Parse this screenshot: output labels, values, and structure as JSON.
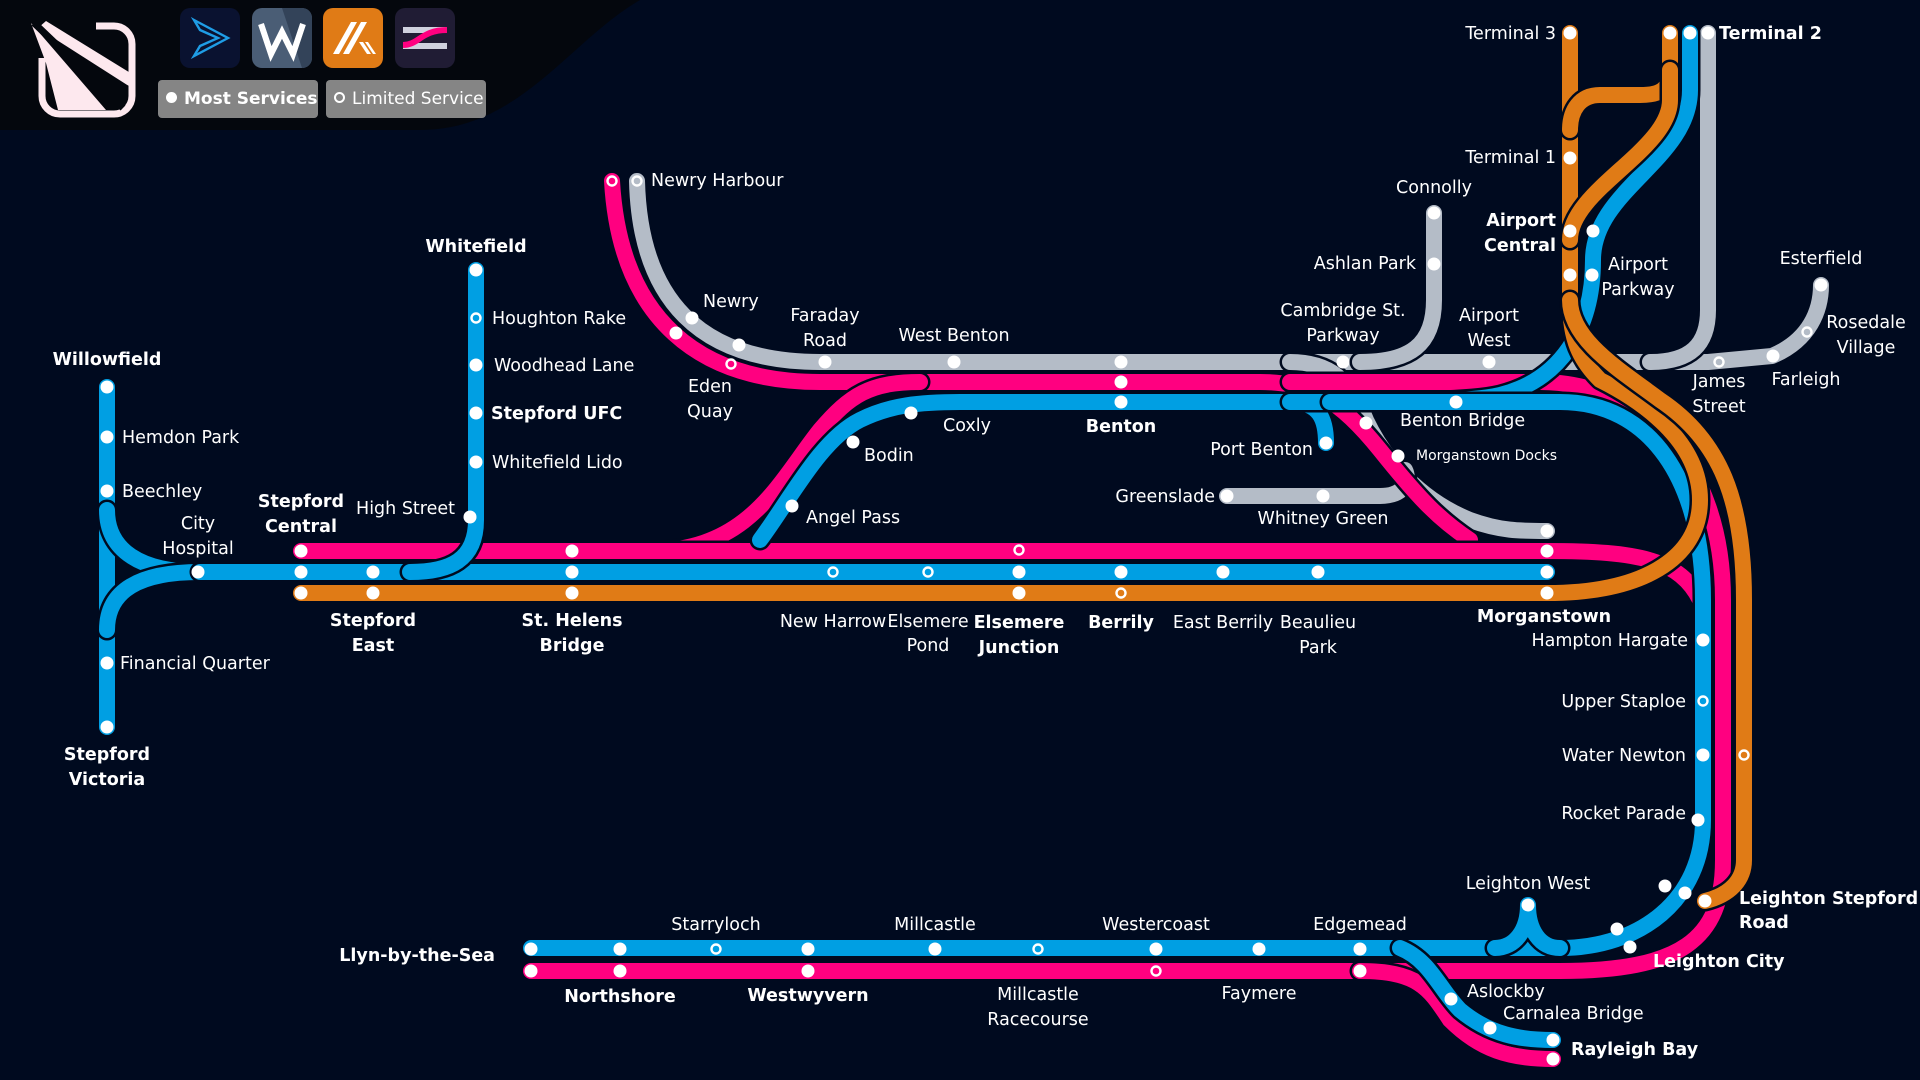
{
  "colors": {
    "background": "#000a1f",
    "header": "#04070d",
    "blue": "#009fe3",
    "pink": "#ff0080",
    "orange": "#e07b16",
    "grey": "#b4bcc7",
    "station": "#ffffff",
    "legend_chip": "#858585"
  },
  "header": {
    "logo": "stepford-connect-logo-icon",
    "apps": [
      {
        "name": "stepford-connect-app-icon",
        "bg": "#0a1230"
      },
      {
        "name": "waterline-app-icon",
        "bg": "#4a5d75"
      },
      {
        "name": "airlink-app-icon",
        "bg": "#e07b16"
      },
      {
        "name": "metro-app-icon",
        "bg": "#201c34"
      }
    ],
    "legend": [
      {
        "label": "Most Services",
        "marker": "filled"
      },
      {
        "label": "Limited Service",
        "marker": "open"
      }
    ]
  },
  "lines": [
    {
      "id": "blue",
      "color": "#009fe3"
    },
    {
      "id": "pink",
      "color": "#ff0080"
    },
    {
      "id": "orange",
      "color": "#e07b16"
    },
    {
      "id": "grey",
      "color": "#b4bcc7"
    }
  ],
  "labels": [
    {
      "text": "Willowfield",
      "bold": true
    },
    {
      "text": "Hemdon Park"
    },
    {
      "text": "Beechley"
    },
    {
      "text": "City"
    },
    {
      "text": "Hospital"
    },
    {
      "text": "Financial Quarter"
    },
    {
      "text": "Stepford",
      "bold": true
    },
    {
      "text": "Victoria",
      "bold": true
    },
    {
      "text": "Stepford",
      "bold": true
    },
    {
      "text": "Central",
      "bold": true
    },
    {
      "text": "High Street"
    },
    {
      "text": "Stepford",
      "bold": true
    },
    {
      "text": "East",
      "bold": true
    },
    {
      "text": "Whitefield",
      "bold": true
    },
    {
      "text": "Houghton Rake"
    },
    {
      "text": "Woodhead Lane"
    },
    {
      "text": "Stepford UFC",
      "bold": true
    },
    {
      "text": "Whitefield Lido"
    },
    {
      "text": "St. Helens",
      "bold": true
    },
    {
      "text": "Bridge",
      "bold": true
    },
    {
      "text": "Newry Harbour"
    },
    {
      "text": "Newry"
    },
    {
      "text": "Eden"
    },
    {
      "text": "Quay"
    },
    {
      "text": "Faraday"
    },
    {
      "text": "Road"
    },
    {
      "text": "West Benton"
    },
    {
      "text": "Coxly"
    },
    {
      "text": "Bodin"
    },
    {
      "text": "Angel Pass"
    },
    {
      "text": "Benton",
      "bold": true
    },
    {
      "text": "New Harrow"
    },
    {
      "text": "Elsemere"
    },
    {
      "text": "Pond"
    },
    {
      "text": "Elsemere",
      "bold": true
    },
    {
      "text": "Junction",
      "bold": true
    },
    {
      "text": "Berrily",
      "bold": true
    },
    {
      "text": "East Berrily"
    },
    {
      "text": "Beaulieu"
    },
    {
      "text": "Park"
    },
    {
      "text": "Port Benton"
    },
    {
      "text": "Greenslade"
    },
    {
      "text": "Whitney Green"
    },
    {
      "text": "Benton Bridge"
    },
    {
      "text": "Morganstown Docks",
      "small": true
    },
    {
      "text": "Morganstown",
      "bold": true
    },
    {
      "text": "Cambridge St."
    },
    {
      "text": "Parkway"
    },
    {
      "text": "Ashlan Park"
    },
    {
      "text": "Connolly"
    },
    {
      "text": "Airport"
    },
    {
      "text": "West"
    },
    {
      "text": "Terminal 3"
    },
    {
      "text": "Terminal 1"
    },
    {
      "text": "Airport",
      "bold": true
    },
    {
      "text": "Central",
      "bold": true
    },
    {
      "text": "Airport"
    },
    {
      "text": "Parkway"
    },
    {
      "text": "Terminal 2",
      "bold": true
    },
    {
      "text": "Esterfield"
    },
    {
      "text": "Rosedale"
    },
    {
      "text": "Village"
    },
    {
      "text": "Farleigh"
    },
    {
      "text": "James"
    },
    {
      "text": "Street"
    },
    {
      "text": "Hampton Hargate"
    },
    {
      "text": "Upper Staploe"
    },
    {
      "text": "Water Newton"
    },
    {
      "text": "Rocket Parade"
    },
    {
      "text": "Leighton West"
    },
    {
      "text": "Leighton Stepford",
      "bold": true
    },
    {
      "text": "Road",
      "bold": true
    },
    {
      "text": "Leighton City",
      "bold": true
    },
    {
      "text": "Aslockby"
    },
    {
      "text": "Carnalea Bridge"
    },
    {
      "text": "Rayleigh Bay",
      "bold": true
    },
    {
      "text": "Llyn-by-the-Sea",
      "bold": true
    },
    {
      "text": "Northshore",
      "bold": true
    },
    {
      "text": "Starryloch"
    },
    {
      "text": "Westwyvern",
      "bold": true
    },
    {
      "text": "Millcastle"
    },
    {
      "text": "Millcastle"
    },
    {
      "text": "Racecourse"
    },
    {
      "text": "Westercoast"
    },
    {
      "text": "Faymere"
    },
    {
      "text": "Edgemead"
    }
  ],
  "stations": [
    {
      "name": "Willowfield",
      "line": "blue",
      "service": "most"
    },
    {
      "name": "Hemdon Park",
      "line": "blue",
      "service": "most"
    },
    {
      "name": "Beechley",
      "line": "blue",
      "service": "most"
    },
    {
      "name": "Financial Quarter",
      "line": "blue",
      "service": "most"
    },
    {
      "name": "Stepford Victoria",
      "line": "blue",
      "service": "most"
    },
    {
      "name": "City Hospital",
      "line": "blue",
      "service": "most"
    },
    {
      "name": "Stepford Central",
      "line": "pink",
      "service": "most"
    },
    {
      "name": "Stepford Central",
      "line": "blue",
      "service": "most"
    },
    {
      "name": "Stepford Central",
      "line": "orange",
      "service": "most"
    },
    {
      "name": "Stepford East",
      "line": "blue",
      "service": "most"
    },
    {
      "name": "Stepford East",
      "line": "orange",
      "service": "most"
    },
    {
      "name": "High Street",
      "line": "blue",
      "service": "most"
    },
    {
      "name": "Whitefield",
      "line": "blue",
      "service": "most"
    },
    {
      "name": "Houghton Rake",
      "line": "blue",
      "service": "limited"
    },
    {
      "name": "Woodhead Lane",
      "line": "blue",
      "service": "most"
    },
    {
      "name": "Stepford UFC",
      "line": "blue",
      "service": "most"
    },
    {
      "name": "Whitefield Lido",
      "line": "blue",
      "service": "most"
    },
    {
      "name": "St. Helens Bridge",
      "line": "pink",
      "service": "most"
    },
    {
      "name": "St. Helens Bridge",
      "line": "blue",
      "service": "most"
    },
    {
      "name": "St. Helens Bridge",
      "line": "orange",
      "service": "most"
    },
    {
      "name": "Newry Harbour",
      "line": "pink",
      "service": "limited"
    },
    {
      "name": "Newry Harbour",
      "line": "grey",
      "service": "limited"
    },
    {
      "name": "Newry",
      "line": "grey",
      "service": "most"
    },
    {
      "name": "Newry",
      "line": "pink",
      "service": "most"
    },
    {
      "name": "Eden Quay",
      "line": "grey",
      "service": "most"
    },
    {
      "name": "Eden Quay",
      "line": "pink",
      "service": "limited"
    },
    {
      "name": "Faraday Road",
      "line": "grey",
      "service": "most"
    },
    {
      "name": "West Benton",
      "line": "grey",
      "service": "most"
    },
    {
      "name": "Benton",
      "line": "grey",
      "service": "most"
    },
    {
      "name": "Benton",
      "line": "pink",
      "service": "most"
    },
    {
      "name": "Benton",
      "line": "blue",
      "service": "most"
    },
    {
      "name": "Coxly",
      "line": "blue",
      "service": "most"
    },
    {
      "name": "Bodin",
      "line": "blue",
      "service": "most"
    },
    {
      "name": "Angel Pass",
      "line": "blue",
      "service": "most"
    },
    {
      "name": "New Harrow",
      "line": "blue",
      "service": "limited"
    },
    {
      "name": "Elsemere Pond",
      "line": "blue",
      "service": "limited"
    },
    {
      "name": "Elsemere Junction",
      "line": "pink",
      "service": "limited"
    },
    {
      "name": "Elsemere Junction",
      "line": "blue",
      "service": "most"
    },
    {
      "name": "Elsemere Junction",
      "line": "orange",
      "service": "most"
    },
    {
      "name": "Berrily",
      "line": "blue",
      "service": "most"
    },
    {
      "name": "Berrily",
      "line": "orange",
      "service": "limited"
    },
    {
      "name": "East Berrily",
      "line": "blue",
      "service": "most"
    },
    {
      "name": "Beaulieu Park",
      "line": "blue",
      "service": "most"
    },
    {
      "name": "Port Benton",
      "line": "blue",
      "service": "most"
    },
    {
      "name": "Greenslade",
      "line": "grey",
      "service": "most"
    },
    {
      "name": "Whitney Green",
      "line": "grey",
      "service": "most"
    },
    {
      "name": "Benton Bridge",
      "line": "blue",
      "service": "most"
    },
    {
      "name": "Morganstown Docks",
      "line": "grey",
      "service": "most"
    },
    {
      "name": "Morganstown Docks",
      "line": "grey",
      "service": "most"
    },
    {
      "name": "Morganstown",
      "line": "grey",
      "service": "most"
    },
    {
      "name": "Morganstown",
      "line": "pink",
      "service": "most"
    },
    {
      "name": "Morganstown",
      "line": "blue",
      "service": "most"
    },
    {
      "name": "Morganstown",
      "line": "orange",
      "service": "most"
    },
    {
      "name": "Cambridge St. Parkway",
      "line": "grey",
      "service": "most"
    },
    {
      "name": "Ashlan Park",
      "line": "grey",
      "service": "most"
    },
    {
      "name": "Connolly",
      "line": "grey",
      "service": "most"
    },
    {
      "name": "Airport West",
      "line": "grey",
      "service": "most"
    },
    {
      "name": "Terminal 3",
      "line": "orange",
      "service": "most"
    },
    {
      "name": "Terminal 1",
      "line": "orange",
      "service": "most"
    },
    {
      "name": "Airport Central",
      "line": "orange",
      "service": "most"
    },
    {
      "name": "Airport Central",
      "line": "blue",
      "service": "most"
    },
    {
      "name": "Airport Parkway",
      "line": "orange",
      "service": "most"
    },
    {
      "name": "Airport Parkway",
      "line": "blue",
      "service": "most"
    },
    {
      "name": "Terminal 2",
      "line": "orange",
      "service": "most"
    },
    {
      "name": "Terminal 2",
      "line": "blue",
      "service": "most"
    },
    {
      "name": "Terminal 2",
      "line": "grey",
      "service": "most"
    },
    {
      "name": "Esterfield",
      "line": "grey",
      "service": "most"
    },
    {
      "name": "Rosedale Village",
      "line": "grey",
      "service": "limited"
    },
    {
      "name": "Farleigh",
      "line": "grey",
      "service": "most"
    },
    {
      "name": "James Street",
      "line": "grey",
      "service": "limited"
    },
    {
      "name": "Hampton Hargate",
      "line": "blue",
      "service": "most"
    },
    {
      "name": "Upper Staploe",
      "line": "blue",
      "service": "limited"
    },
    {
      "name": "Water Newton",
      "line": "blue",
      "service": "most"
    },
    {
      "name": "Water Newton",
      "line": "orange",
      "service": "limited"
    },
    {
      "name": "Rocket Parade",
      "line": "blue",
      "service": "most"
    },
    {
      "name": "Leighton Stepford Road",
      "line": "blue",
      "service": "most"
    },
    {
      "name": "Leighton Stepford Road",
      "line": "pink",
      "service": "most"
    },
    {
      "name": "Leighton Stepford Road",
      "line": "orange",
      "service": "most"
    },
    {
      "name": "Leighton City",
      "line": "blue",
      "service": "most"
    },
    {
      "name": "Leighton City",
      "line": "pink",
      "service": "most"
    },
    {
      "name": "Leighton West",
      "line": "blue",
      "service": "most"
    },
    {
      "name": "Aslockby",
      "line": "blue",
      "service": "most"
    },
    {
      "name": "Carnalea Bridge",
      "line": "blue",
      "service": "most"
    },
    {
      "name": "Rayleigh Bay",
      "line": "blue",
      "service": "most"
    },
    {
      "name": "Rayleigh Bay",
      "line": "pink",
      "service": "most"
    },
    {
      "name": "Llyn-by-the-Sea",
      "line": "blue",
      "service": "most"
    },
    {
      "name": "Llyn-by-the-Sea",
      "line": "pink",
      "service": "most"
    },
    {
      "name": "Northshore",
      "line": "blue",
      "service": "most"
    },
    {
      "name": "Northshore",
      "line": "pink",
      "service": "most"
    },
    {
      "name": "Starryloch",
      "line": "blue",
      "service": "limited"
    },
    {
      "name": "Westwyvern",
      "line": "blue",
      "service": "most"
    },
    {
      "name": "Westwyvern",
      "line": "pink",
      "service": "most"
    },
    {
      "name": "Millcastle",
      "line": "blue",
      "service": "most"
    },
    {
      "name": "Millcastle Racecourse",
      "line": "blue",
      "service": "limited"
    },
    {
      "name": "Westercoast",
      "line": "blue",
      "service": "most"
    },
    {
      "name": "Westercoast",
      "line": "pink",
      "service": "limited"
    },
    {
      "name": "Faymere",
      "line": "blue",
      "service": "most"
    },
    {
      "name": "Edgemead",
      "line": "blue",
      "service": "most"
    },
    {
      "name": "Edgemead",
      "line": "pink",
      "service": "most"
    }
  ]
}
